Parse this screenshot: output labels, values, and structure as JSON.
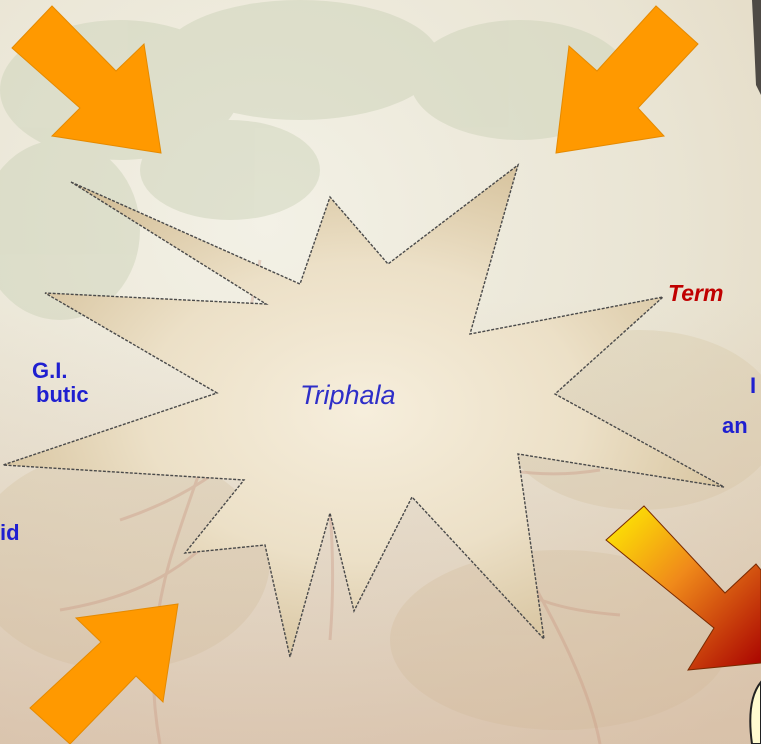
{
  "center": {
    "label": "Triphala"
  },
  "left_text": {
    "line1": "G.I.",
    "line2": "butic",
    "line3": "id"
  },
  "right_text": {
    "line1": "Term",
    "line2": "I",
    "line3": "an"
  },
  "colors": {
    "arrow_orange": "#ff9900",
    "gradient_arrow_start": "#ffee00",
    "gradient_arrow_end": "#b30000",
    "star_fill": "#e9dcc0",
    "label_blue": "#1f1fd0",
    "label_red": "#c00000"
  }
}
